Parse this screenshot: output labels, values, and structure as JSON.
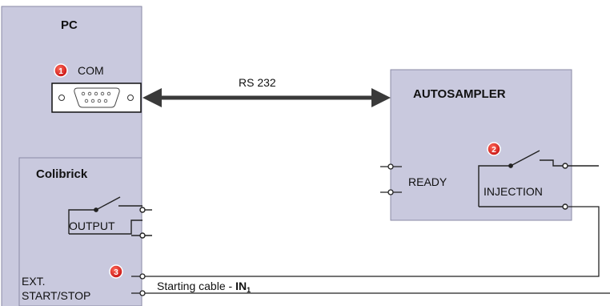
{
  "pc": {
    "title": "PC",
    "com_label": "COM"
  },
  "colibrick": {
    "title": "Colibrick",
    "output_label": "OUTPUT",
    "ext_label_1": "EXT.",
    "ext_label_2": "START/STOP"
  },
  "autosampler": {
    "title": "AUTOSAMPLER",
    "ready_label": "READY",
    "injection_label": "INJECTION"
  },
  "link": {
    "label": "RS 232"
  },
  "cable": {
    "label_prefix": "Starting cable - ",
    "label_bold": "IN",
    "label_sub": "1"
  },
  "markers": {
    "m1": "1",
    "m2": "2",
    "m3": "3"
  },
  "colors": {
    "box_fill": "#c9c9de",
    "box_stroke": "#8a8aa6",
    "marker_fill": "#d11a1a",
    "line": "#222222"
  }
}
